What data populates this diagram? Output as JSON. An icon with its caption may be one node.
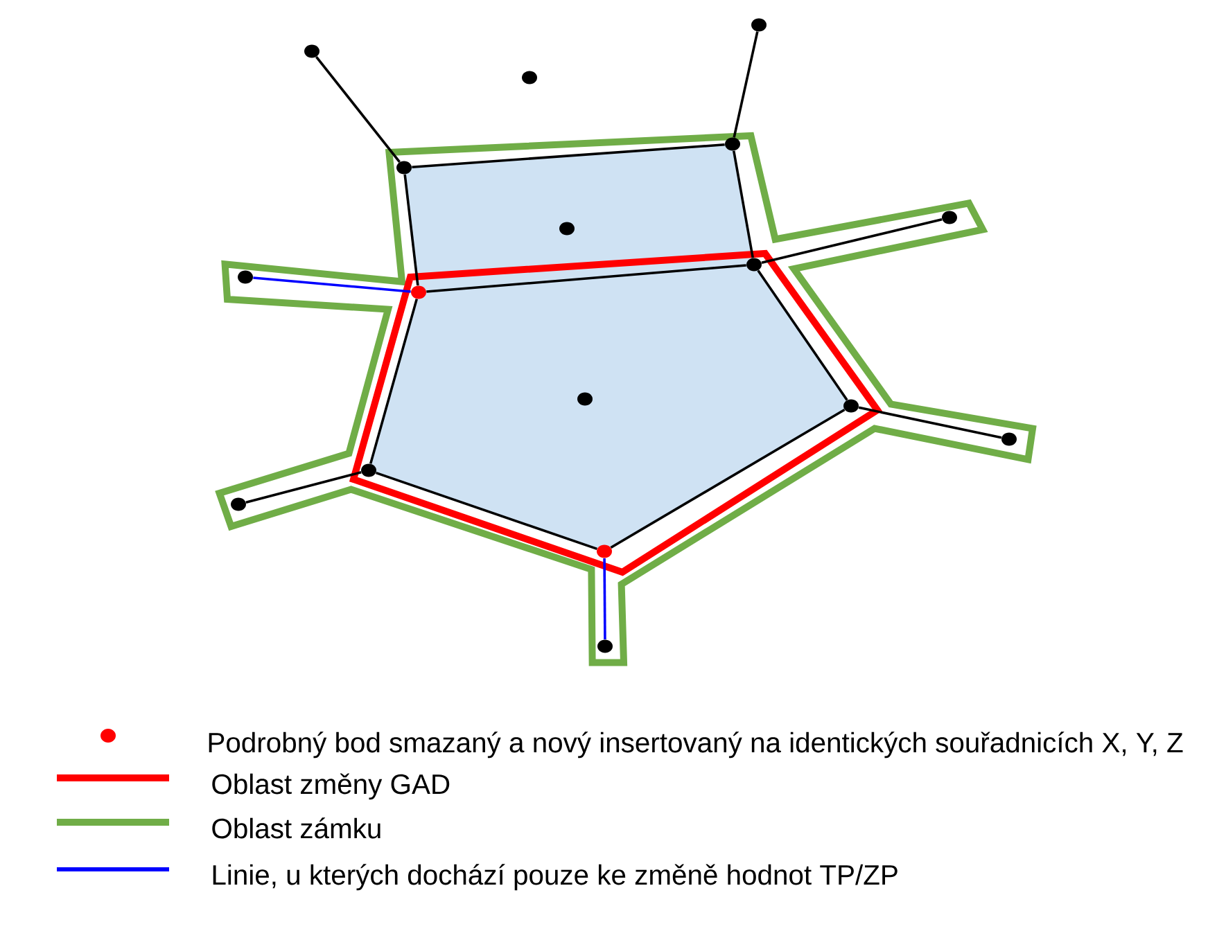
{
  "diagram": {
    "nodes": [
      {
        "text": [],
        "shape": "circle"
      },
      {
        "text": [],
        "shape": "circle"
      },
      {
        "text": [],
        "shape": "circle"
      },
      {
        "text": [],
        "shape": "circle"
      },
      {
        "text": [],
        "shape": "circle"
      },
      {
        "text": [],
        "shape": "circle"
      },
      {
        "text": [],
        "shape": "circle"
      },
      {
        "text": [],
        "shape": "circle"
      },
      {
        "text": [],
        "shape": "circle"
      },
      {
        "text": [],
        "shape": "circle"
      },
      {
        "text": [],
        "shape": "circle"
      },
      {
        "text": [],
        "shape": "circle"
      },
      {
        "text": [],
        "shape": "circle"
      },
      {
        "text": [],
        "shape": "circle"
      },
      {
        "text": [],
        "shape": "circle"
      },
      {
        "text": [],
        "shape": "circle"
      },
      {
        "text": [],
        "shape": "circle"
      }
    ],
    "edges": [
      {
        "from": 1,
        "to": 4,
        "arrow": "none"
      },
      {
        "from": 0,
        "to": 3,
        "arrow": "none"
      },
      {
        "from": 4,
        "to": 3,
        "arrow": "none"
      },
      {
        "from": 4,
        "to": 9,
        "arrow": "none"
      },
      {
        "from": 3,
        "to": 7,
        "arrow": "none"
      },
      {
        "from": 9,
        "to": 7,
        "arrow": "none"
      },
      {
        "from": 7,
        "to": 5,
        "arrow": "none"
      },
      {
        "from": 7,
        "to": 11,
        "arrow": "none"
      },
      {
        "from": 11,
        "to": 12,
        "arrow": "none"
      },
      {
        "from": 11,
        "to": 15,
        "arrow": "none"
      },
      {
        "from": 15,
        "to": 13,
        "arrow": "none"
      },
      {
        "from": 13,
        "to": 9,
        "arrow": "none"
      },
      {
        "from": 13,
        "to": 14,
        "arrow": "none"
      },
      {
        "from": 8,
        "to": 9,
        "arrow": "none",
        "color": "#0000ff"
      },
      {
        "from": 15,
        "to": 16,
        "arrow": "none",
        "color": "#0000ff"
      }
    ],
    "legend": [
      {
        "text": "Podrobný bod smazaný a nový insertovaný na identických souřadnicích X, Y, Z"
      },
      {
        "text": "Oblast změny GAD"
      },
      {
        "text": "Oblast zámku"
      },
      {
        "text": "Linie, u kterých dochází pouze ke změně hodnot TP/ZP"
      }
    ]
  }
}
